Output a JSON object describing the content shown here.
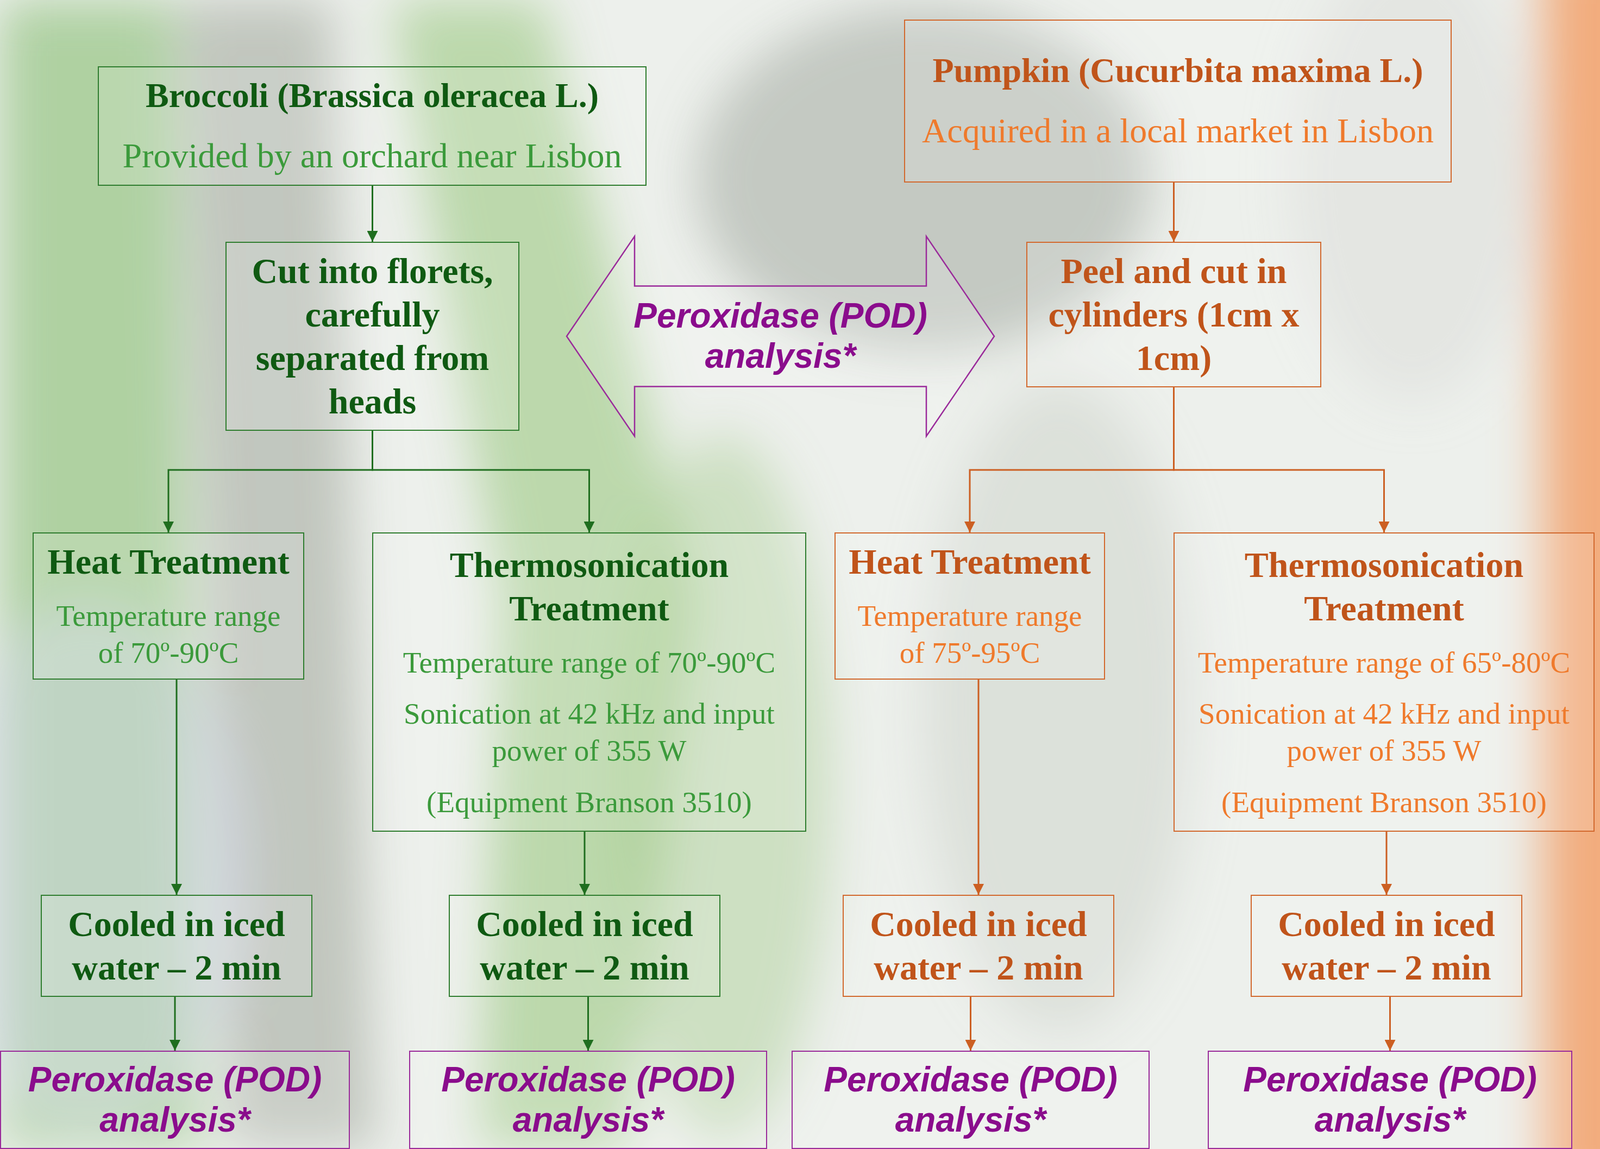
{
  "diagram": {
    "nodes": [
      {
        "text": [
          "Broccoli (Brassica oleracea L.)",
          "Provided by an orchard near Lisbon"
        ]
      },
      {
        "text": [
          "Pumpkin (Cucurbita maxima L.)",
          "Acquired in a local market in Lisbon"
        ]
      },
      {
        "text": [
          "Cut into florets, carefully separated from heads"
        ]
      },
      {
        "text": [
          "Peroxidase (POD) analysis*"
        ]
      },
      {
        "text": [
          "Peel and cut in cylinders (1cm x 1cm)"
        ]
      },
      {
        "text": [
          "Heat Treatment",
          "Temperature range of 70º-90ºC"
        ]
      },
      {
        "text": [
          "Thermosonication Treatment",
          "Temperature range of 70º-90ºC",
          "Sonication at 42 kHz and input power of 355 W",
          "(Equipment Branson 3510)"
        ]
      },
      {
        "text": [
          "Heat Treatment",
          "Temperature range of 75º-95ºC"
        ]
      },
      {
        "text": [
          "Thermosonication Treatment",
          "Temperature range of 65º-80ºC",
          "Sonication at 42 kHz and input power of 355 W",
          "(Equipment Branson 3510)"
        ]
      },
      {
        "text": [
          "Cooled in iced water – 2 min"
        ]
      },
      {
        "text": [
          "Cooled in iced water – 2 min"
        ]
      },
      {
        "text": [
          "Cooled in iced water – 2 min"
        ]
      },
      {
        "text": [
          "Cooled in iced water – 2 min"
        ]
      },
      {
        "text": [
          "Peroxidase (POD) analysis*"
        ]
      },
      {
        "text": [
          "Peroxidase (POD) analysis*"
        ]
      },
      {
        "text": [
          "Peroxidase (POD) analysis*"
        ]
      },
      {
        "text": [
          "Peroxidase (POD) analysis*"
        ]
      }
    ],
    "edges": [
      {
        "from": 0,
        "to": 2,
        "arrow": "to"
      },
      {
        "from": 1,
        "to": 4,
        "arrow": "to"
      },
      {
        "from": 2,
        "to": 5,
        "arrow": "to"
      },
      {
        "from": 2,
        "to": 6,
        "arrow": "to"
      },
      {
        "from": 4,
        "to": 7,
        "arrow": "to"
      },
      {
        "from": 4,
        "to": 8,
        "arrow": "to"
      },
      {
        "from": 5,
        "to": 9,
        "arrow": "to"
      },
      {
        "from": 6,
        "to": 10,
        "arrow": "to"
      },
      {
        "from": 7,
        "to": 11,
        "arrow": "to"
      },
      {
        "from": 8,
        "to": 12,
        "arrow": "to"
      },
      {
        "from": 9,
        "to": 13,
        "arrow": "to"
      },
      {
        "from": 10,
        "to": 14,
        "arrow": "to"
      },
      {
        "from": 11,
        "to": 15,
        "arrow": "to"
      },
      {
        "from": 12,
        "to": 16,
        "arrow": "to"
      }
    ]
  }
}
